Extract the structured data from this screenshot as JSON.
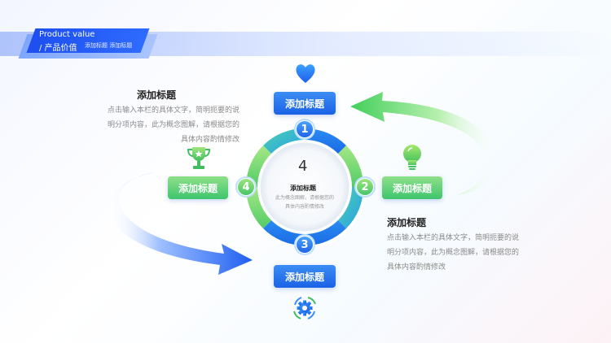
{
  "header": {
    "title_en": "Product value",
    "title_cn": "/ 产品价值",
    "subtitle": "添加标题 添加标题"
  },
  "center": {
    "number": "4",
    "title": "添加标题",
    "desc_line1": "此为概念图解，请根据您的",
    "desc_line2": "具体内容酌情修改"
  },
  "steps": [
    {
      "number": "1",
      "label": "添加标题"
    },
    {
      "number": "2",
      "label": "添加标题"
    },
    {
      "number": "3",
      "label": "添加标题"
    },
    {
      "number": "4",
      "label": "添加标题"
    }
  ],
  "text_left": {
    "title": "添加标题",
    "lines": [
      "点击输入本栏的具体文字，简明扼要的说",
      "明分项内容，此为概念图解，请根据您的",
      "具体内容酌情修改"
    ]
  },
  "text_right": {
    "title": "添加标题",
    "lines": [
      "点击输入本栏的具体文字，简明扼要的说",
      "明分项内容，此为概念图解，请根据您的",
      "具体内容酌情修改"
    ]
  },
  "icons": {
    "top": "heart-icon",
    "right": "lightbulb-icon",
    "bottom": "gear-icon",
    "left": "trophy-icon"
  },
  "colors": {
    "blue": "#1f64e8",
    "green": "#47c56a",
    "accent": "#2f6bff"
  }
}
